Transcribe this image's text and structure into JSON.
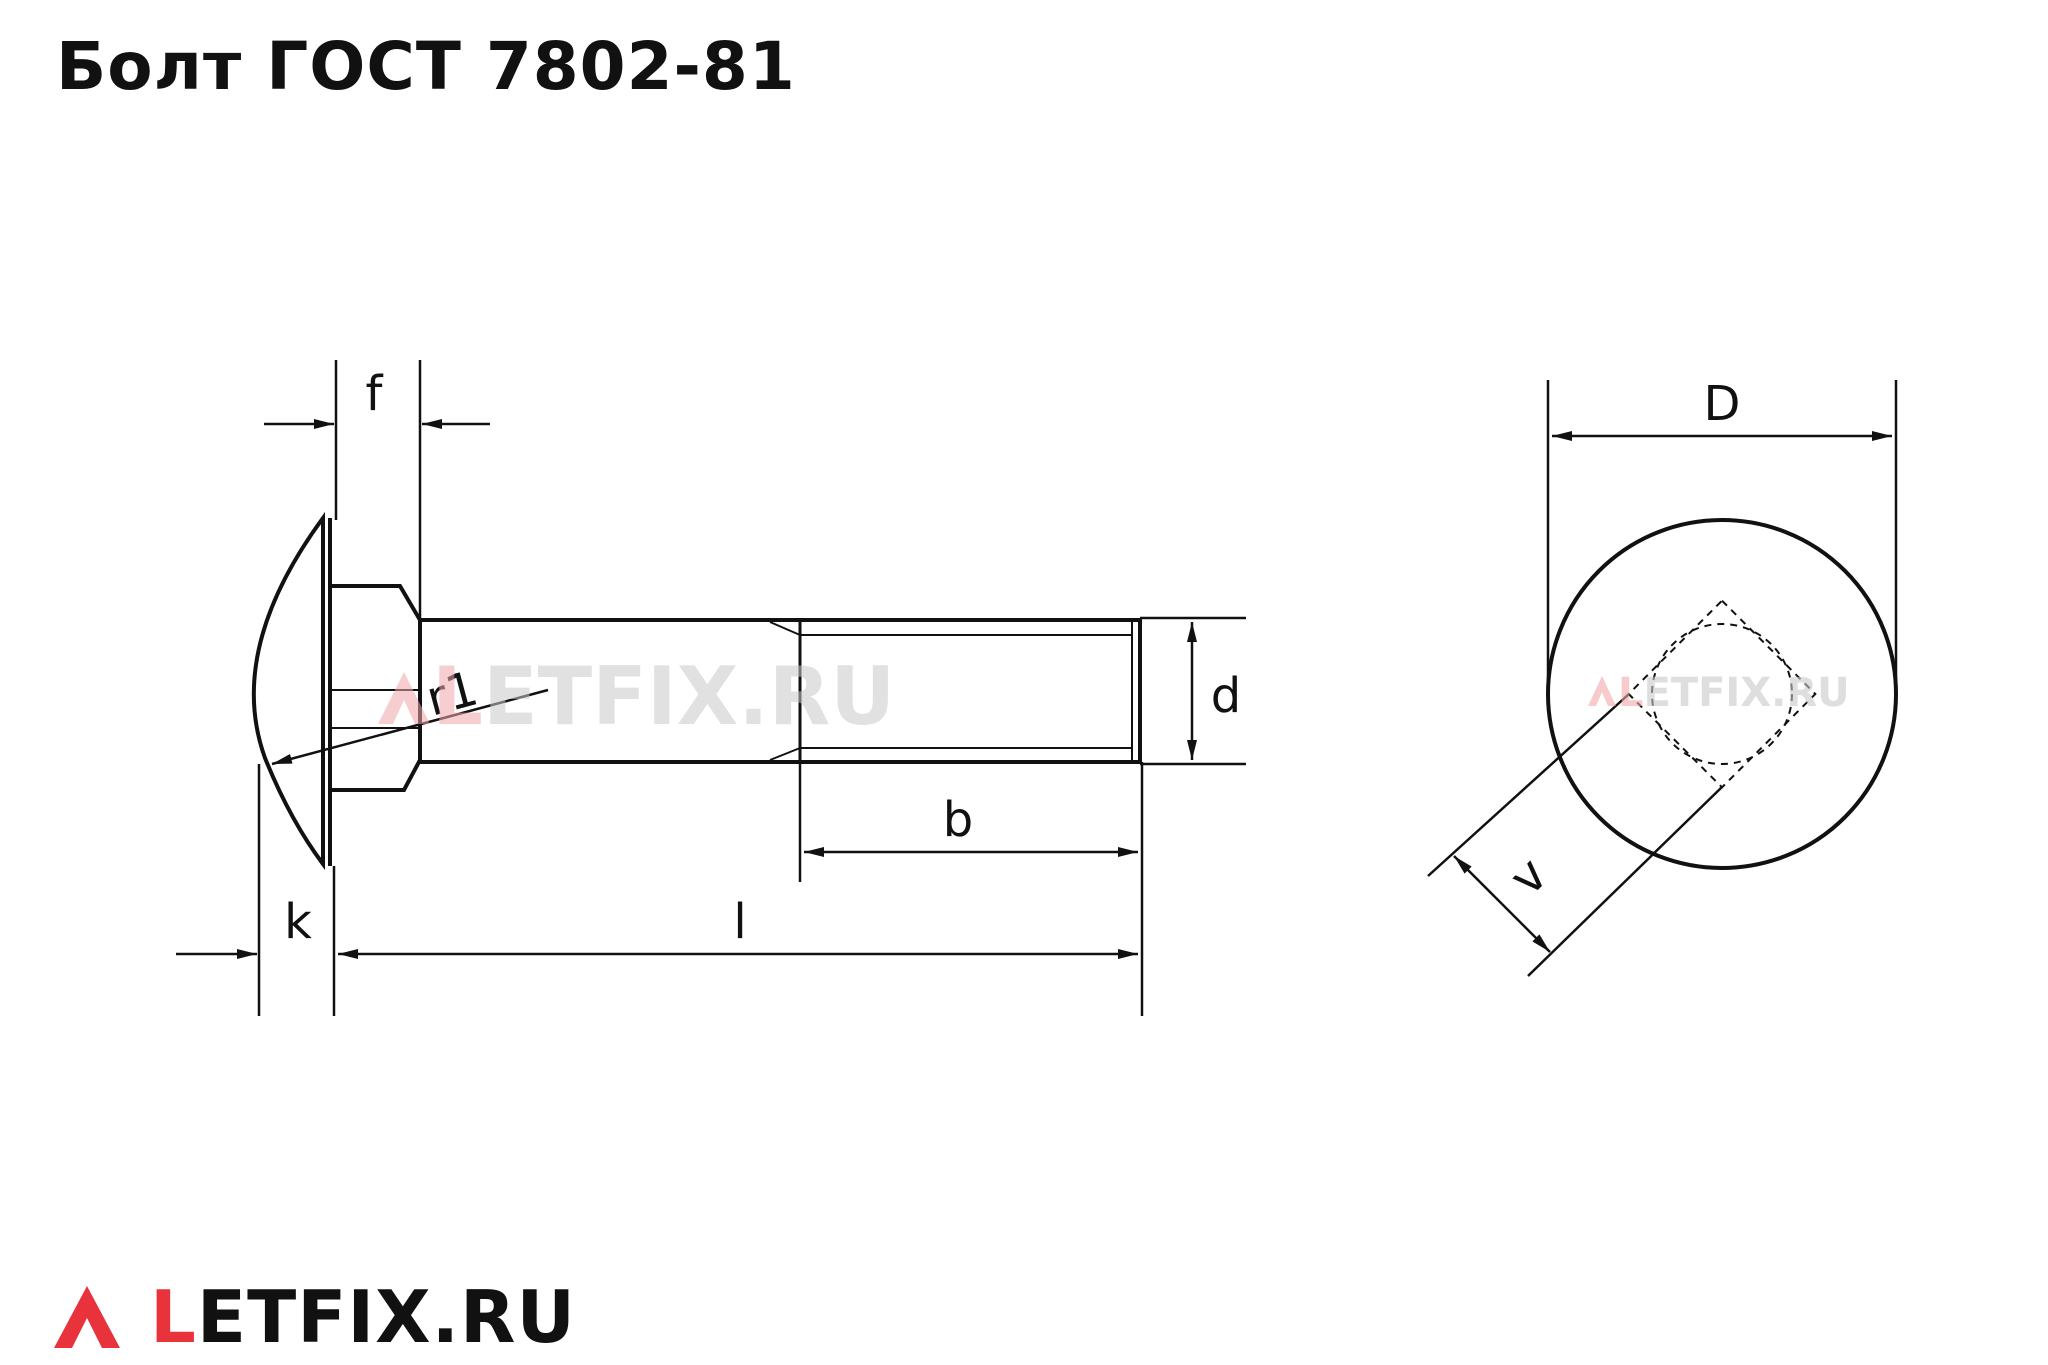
{
  "title": "Болт ГОСТ 7802-81",
  "labels": {
    "f": "f",
    "r1": "r1",
    "d": "d",
    "b": "b",
    "k": "k",
    "l": "l",
    "D": "D",
    "v": "v"
  },
  "watermark": {
    "accent": "L",
    "rest": "ETFIX.RU"
  },
  "brand": {
    "accent": "L",
    "rest": "ETFIX.RU"
  },
  "colors": {
    "brand_red": "#e8323c",
    "line": "#111111",
    "watermark_gray": "#cfcfcf"
  },
  "icons": {
    "brand_logo": "letfix-chevron-icon"
  }
}
